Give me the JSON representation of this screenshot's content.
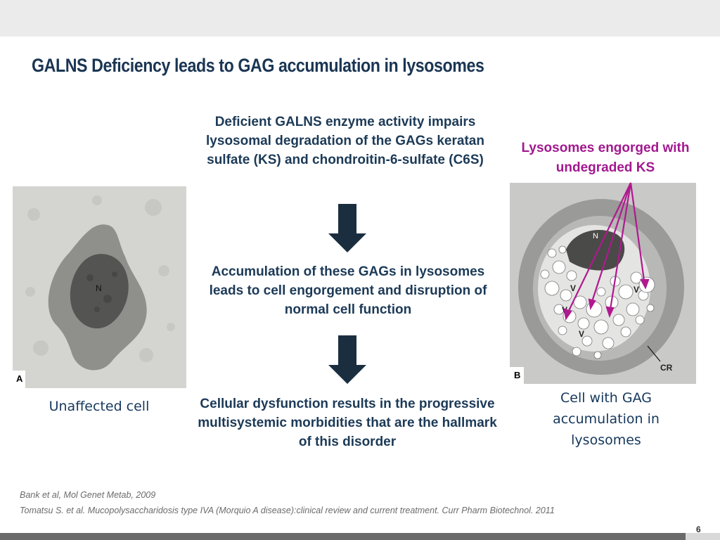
{
  "slide": {
    "title": "GALNS Deficiency leads to GAG accumulation in lysosomes",
    "page_number": "6"
  },
  "flow": {
    "step1": "Deficient GALNS enzyme activity impairs lysosomal degradation of the GAGs keratan sulfate (KS) and chondroitin-6-sulfate (C6S)",
    "step2": "Accumulation of these GAGs in lysosomes leads to cell engorgement and disruption of normal cell function",
    "step3": "Cellular dysfunction results in the progressive multisystemic morbidities that are the hallmark of this disorder",
    "arrow_icon": "down-arrow-icon",
    "arrow_color": "#1a2e40"
  },
  "figure_a": {
    "panel_label": "A",
    "nucleus_label": "N",
    "caption": "Unaffected cell"
  },
  "figure_b": {
    "panel_label": "B",
    "nucleus_label": "N",
    "vacuole_label": "V",
    "cr_label": "CR",
    "caption": "Cell with GAG accumulation in lysosomes",
    "callout": "Lysosomes engorged with undegraded KS",
    "callout_color": "#a2188f"
  },
  "references": [
    "Bank et al, Mol Genet Metab, 2009",
    "Tomatsu S. et al. Mucopolysaccharidosis type IVA (Morquio A disease):clinical review and current treatment. Curr Pharm Biotechnol. 2011"
  ]
}
